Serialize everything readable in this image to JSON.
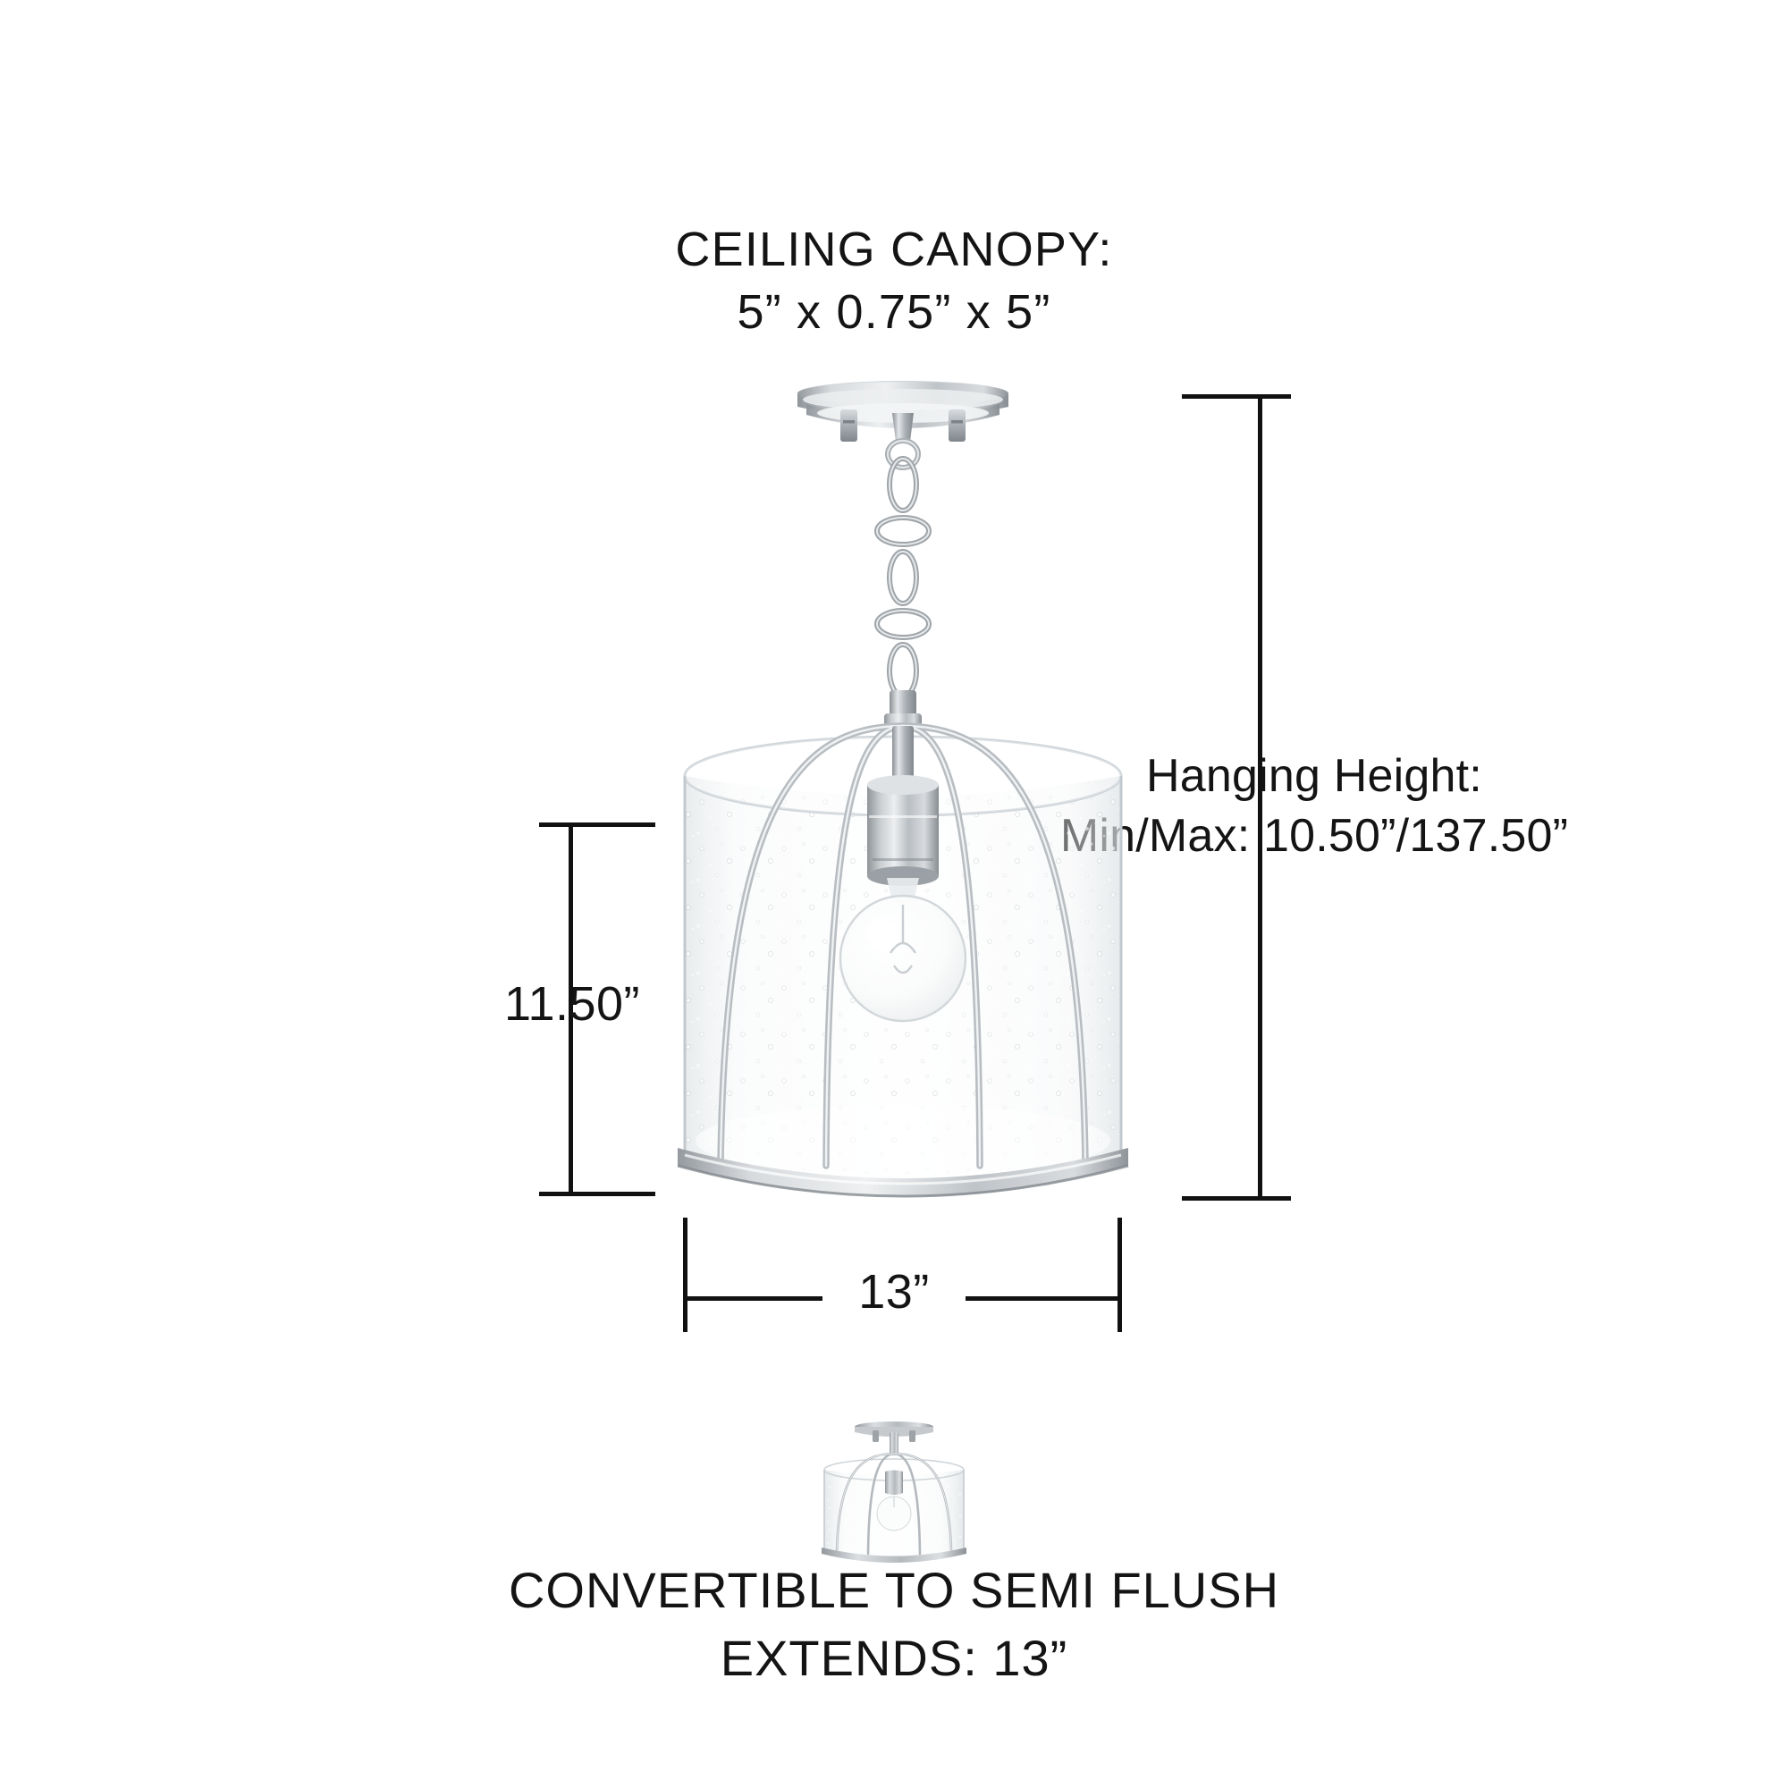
{
  "diagram": {
    "product_type": "seeded-glass drum pendant light, brushed nickel",
    "background_color": "#ffffff",
    "line_color": "#111111",
    "metal_color": "#b6babd",
    "metal_color_dark": "#8a8f94",
    "metal_color_light": "#e2e5e7",
    "glass_color": "#f2f4f5"
  },
  "canopy": {
    "title": "CEILING CANOPY:",
    "dimensions": "5” x 0.75” x 5”"
  },
  "hanging_height": {
    "title": "Hanging Height:",
    "range": "Min/Max: 10.50”/137.50”"
  },
  "measurements": {
    "height": "11.50”",
    "width": "13”"
  },
  "semi_flush": {
    "line1": "CONVERTIBLE TO SEMI FLUSH",
    "line2": "EXTENDS: 13”"
  },
  "chart_data": {
    "type": "table",
    "title": "Pendant Light Dimensions",
    "categories": [
      "Ceiling canopy",
      "Hanging height min",
      "Hanging height max",
      "Shade height",
      "Shade width",
      "Semi flush extends"
    ],
    "values": [
      5,
      10.5,
      137.5,
      11.5,
      13,
      13
    ],
    "units": "inches",
    "annotations": [
      "CEILING CANOPY: 5” x 0.75” x 5”",
      "Hanging Height: Min/Max: 10.50”/137.50”",
      "11.50”",
      "13”",
      "CONVERTIBLE TO SEMI FLUSH",
      "EXTENDS: 13”"
    ]
  }
}
